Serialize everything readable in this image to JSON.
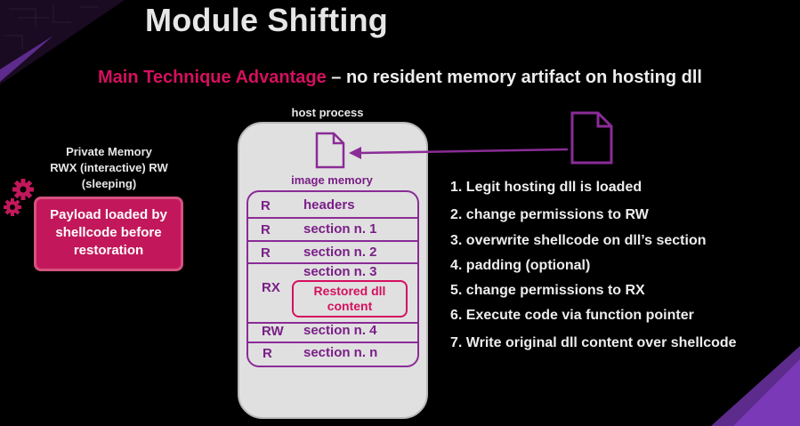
{
  "title": "Module Shifting",
  "subtitle": {
    "accent": "Main Technique Advantage",
    "rest": " – no resident memory artifact on hosting dll"
  },
  "private_memory": {
    "label_lines": [
      "Private Memory",
      "RWX (interactive) RW",
      "(sleeping)"
    ],
    "payload_lines": [
      "Payload loaded by",
      "shellcode before",
      "restoration"
    ]
  },
  "host_process": {
    "label": "host process",
    "image_memory_label": "image memory",
    "rows": [
      {
        "perm": "R",
        "section": "headers"
      },
      {
        "perm": "R",
        "section": "section n. 1"
      },
      {
        "perm": "R",
        "section": "section n. 2"
      },
      {
        "perm": "RX",
        "section": "section n. 3"
      },
      {
        "perm": "RW",
        "section": "section n. 4"
      },
      {
        "perm": "R",
        "section": "section n. n"
      }
    ],
    "restored_lines": [
      "Restored dll",
      "content"
    ]
  },
  "steps": [
    "1. Legit hosting dll is loaded",
    "2. change permissions to RW",
    "3. overwrite shellcode on dll’s section",
    "4. padding (optional)",
    "5. change permissions to RX",
    "6. Execute code via function pointer",
    "7. Write original dll content over shellcode"
  ],
  "colors": {
    "accent": "#d4105f",
    "purple": "#8a2c96",
    "background": "#000000",
    "payload_fill": "#c2185b"
  },
  "icons": [
    "gear-icon",
    "document-icon",
    "arrow-left-icon"
  ]
}
